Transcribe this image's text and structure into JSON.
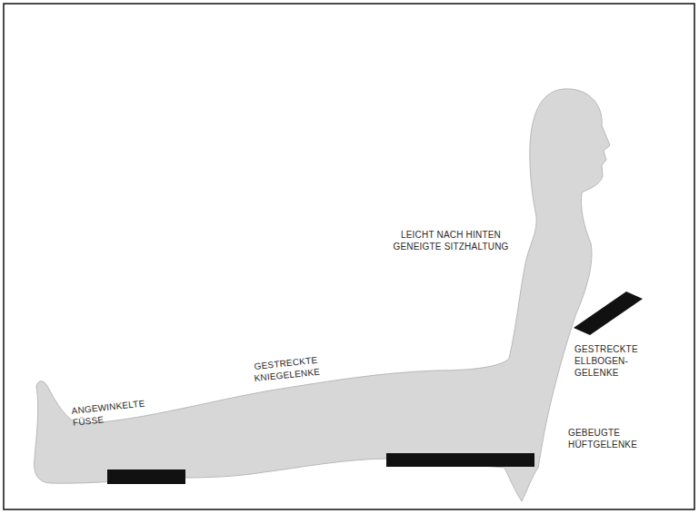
{
  "diagram": {
    "labels": [
      "LEICHT NACH HINTEN GENEIGTE SITZHALTUNG",
      "GESTRECKTE ELLBOGEN- GELENKE",
      "GESTRECKTE KNIEGELENKE",
      "ANGEWINKELTE FÜSSE",
      "GEBEUGTE HÜFTGELENKE"
    ]
  }
}
